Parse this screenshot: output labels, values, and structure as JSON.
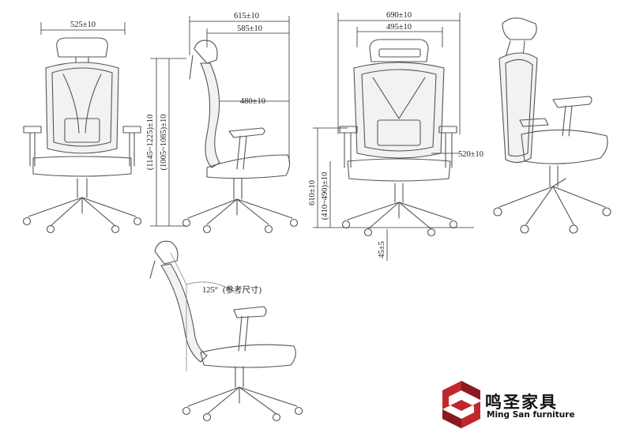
{
  "dimensions": {
    "front_seat_width": "525±10",
    "side_total_depth": "615±10",
    "side_depth_2": "585±10",
    "side_armrest_depth": "480±10",
    "side_height_range_1": "(1145~1225)±10",
    "side_height_range_2": "(1005~1085)±10",
    "back_total_width": "690±10",
    "back_width_2": "495±10",
    "back_armrest_width": "520±10",
    "seat_height": "610±10",
    "seat_height_range": "(410~490)±10",
    "base_offset": "45±5",
    "recline_angle": "125°",
    "recline_note": "(参考尺寸)"
  },
  "brand": {
    "name_cn": "鸣圣家具",
    "name_en": "Ming San furniture",
    "colors": {
      "logo_red": "#c0272d",
      "logo_dark": "#8a1a1f"
    }
  }
}
